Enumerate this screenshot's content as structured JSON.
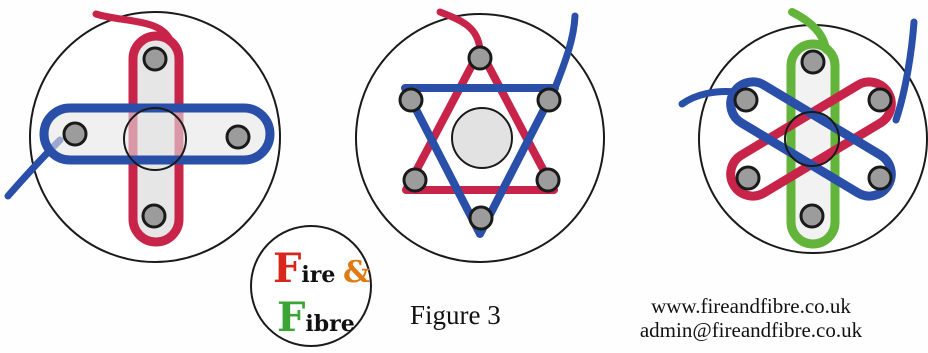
{
  "figure": {
    "label": "Figure 3"
  },
  "logo": {
    "line1": "Fire &",
    "line2": "Fibre",
    "colors": {
      "fire": "#d9261c",
      "amp": "#e07a12",
      "fibre": "#3aa534",
      "rest": "#111111"
    }
  },
  "contact": {
    "website": "www.fireandfibre.co.uk",
    "email": "admin@fireandfibre.co.uk"
  },
  "colors": {
    "red_thread": "#c8244a",
    "blue_thread": "#2a4fa8",
    "green_thread": "#63b43a",
    "outline": "#1a1a1a",
    "hole": "#9c9c9c",
    "hub": "#e2e2e2"
  },
  "diagrams": [
    {
      "name": "cross-pattern",
      "holes": 4,
      "threads": [
        "red",
        "blue"
      ]
    },
    {
      "name": "star-pattern",
      "holes": 6,
      "threads": [
        "red",
        "blue"
      ]
    },
    {
      "name": "three-loop-pattern",
      "holes": 6,
      "threads": [
        "green",
        "red",
        "blue"
      ]
    }
  ]
}
